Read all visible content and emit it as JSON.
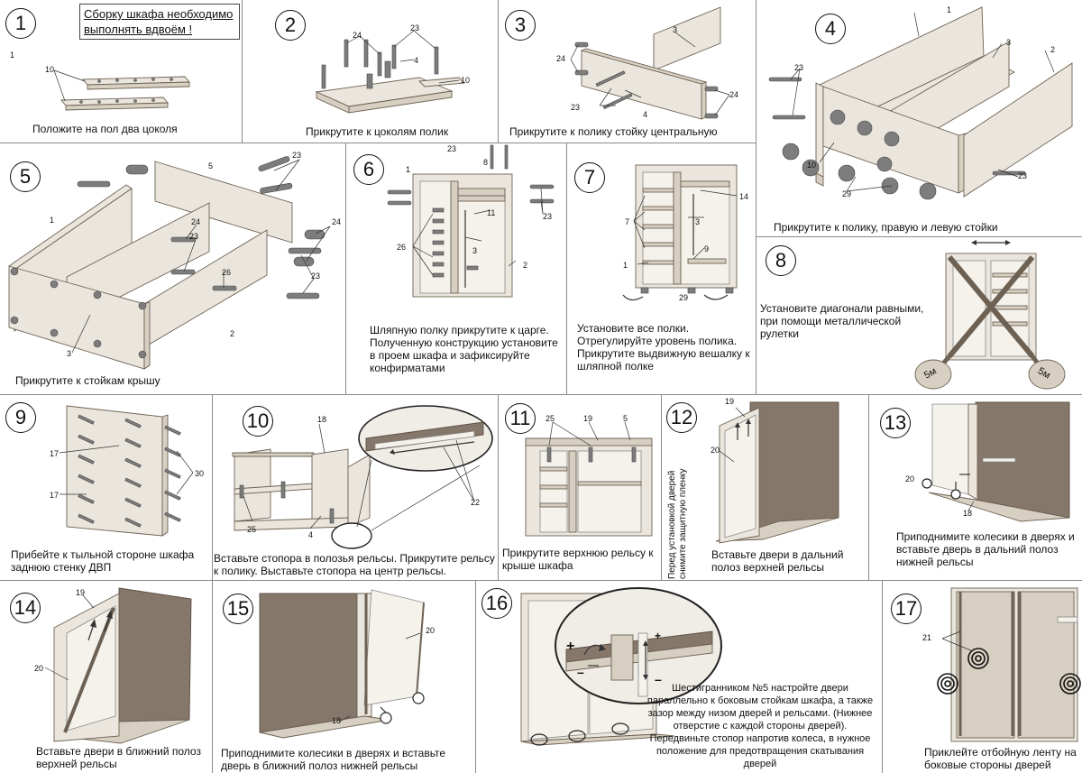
{
  "steps": [
    {
      "num": "1",
      "caption": "Положите на пол два цоколя",
      "note": "Сборку шкафа необходимо выполнять вдвоём !",
      "small_label": "1"
    },
    {
      "num": "2",
      "caption": "Прикрутите к цоколям полик"
    },
    {
      "num": "3",
      "caption": "Прикрутите к полику стойку центральную"
    },
    {
      "num": "4",
      "caption": "Прикрутите к полику, правую и левую стойки"
    },
    {
      "num": "5",
      "caption": "Прикрутите к стойкам крышу"
    },
    {
      "num": "6",
      "caption": "Шляпную полку прикрутите к царге. Полученную конструкцию установите в проем шкафа и зафиксируйте конфирматами"
    },
    {
      "num": "7",
      "caption": "Установите все полки. Отрегулируйте уровень полика. Прикрутите выдвижную вешалку к шляпной полке"
    },
    {
      "num": "8",
      "caption": "Установите диагонали равными, при помощи металлической рулетки",
      "tape_label": "5м"
    },
    {
      "num": "9",
      "caption": "Прибейте к тыльной стороне шкафа заднюю стенку ДВП"
    },
    {
      "num": "10",
      "caption": "Вставьте стопора в полозья рельсы. Прикрутите рельсу к полику. Выставьте стопора на центр рельсы."
    },
    {
      "num": "11",
      "caption": "Прикрутите верхнюю рельсу к крыше шкафа"
    },
    {
      "num": "12",
      "caption": "Вставьте двери в дальний полоз верхней рельсы",
      "side_note": "Перед установкой дверей снимите защитную пленку"
    },
    {
      "num": "13",
      "caption": "Приподнимите колесики в дверях и вставьте дверь в дальний полоз нижней рельсы"
    },
    {
      "num": "14",
      "caption": "Вставьте двери в ближний полоз верхней рельсы"
    },
    {
      "num": "15",
      "caption": "Приподнимите колесики в дверях и вставьте дверь в ближний полоз нижней рельсы"
    },
    {
      "num": "16",
      "caption": "Шестигранником №5 настройте двери параллельно к боковым стойкам шкафа, а также зазор между низом дверей и рельсами. (Нижнее отверстие с каждой стороны дверей). Передвиньте стопор напротив колеса, в нужное положение для предотвращения скатывания дверей"
    },
    {
      "num": "17",
      "caption": "Приклейте отбойную ленту на боковые стороны дверей"
    }
  ],
  "parts": {
    "p1": "1",
    "p2": "2",
    "p3": "3",
    "p4": "4",
    "p5": "5",
    "p7": "7",
    "p8": "8",
    "p9": "9",
    "p10": "10",
    "p11": "11",
    "p14": "14",
    "p17": "17",
    "p18": "18",
    "p19": "19",
    "p20": "20",
    "p21": "21",
    "p22": "22",
    "p23": "23",
    "p24": "24",
    "p25": "25",
    "p26": "26",
    "p29": "29",
    "p30": "30"
  },
  "symbols": {
    "plus": "+",
    "minus": "–"
  }
}
